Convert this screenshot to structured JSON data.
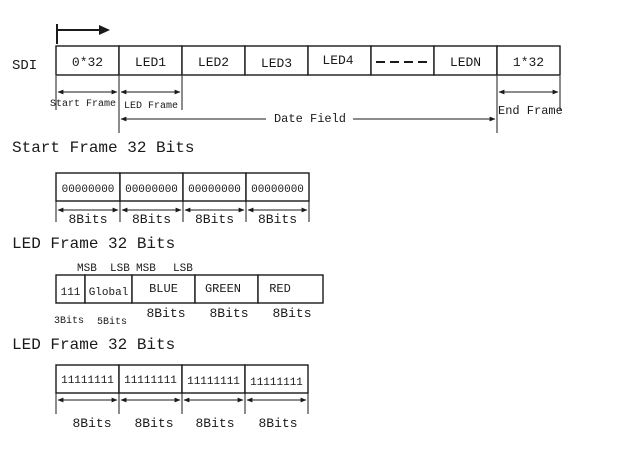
{
  "sdi_row": {
    "label": "SDI",
    "cells": [
      "0*32",
      "LED1",
      "LED2",
      "LED3",
      "LED4",
      "",
      "LEDN",
      "1*32"
    ],
    "start_frame_label": "Start Frame",
    "led_frame_label": "LED Frame",
    "data_field_label": "Date Field",
    "end_frame_label": "End Frame"
  },
  "start_frame": {
    "title": "Start Frame 32 Bits",
    "cells": [
      "00000000",
      "00000000",
      "00000000",
      "00000000"
    ],
    "widths": [
      "8Bits",
      "8Bits",
      "8Bits",
      "8Bits"
    ]
  },
  "led_frame": {
    "title": "LED Frame 32 Bits",
    "msb_1": "MSB",
    "lsb_1": "LSB",
    "msb_2": "MSB",
    "lsb_2": "LSB",
    "cells": [
      "111",
      "Global",
      "BLUE",
      "GREEN",
      "RED"
    ],
    "widths": [
      "3Bits",
      "5Bits",
      "8Bits",
      "8Bits",
      "8Bits"
    ]
  },
  "end_frame": {
    "title": "LED Frame 32 Bits",
    "cells": [
      "11111111",
      "11111111",
      "11111111",
      "11111111"
    ],
    "widths": [
      "8Bits",
      "8Bits",
      "8Bits",
      "8Bits"
    ]
  }
}
